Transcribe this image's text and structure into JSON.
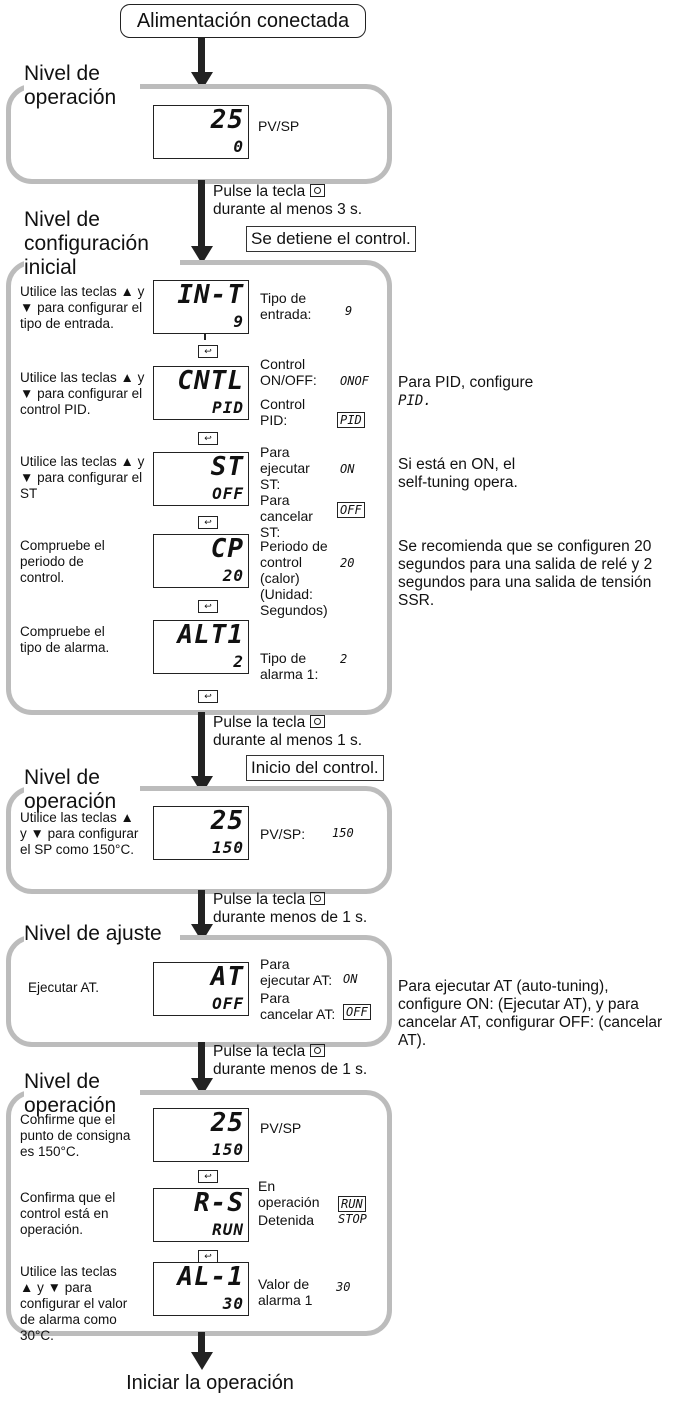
{
  "start": "Alimentación conectada",
  "end": "Iniciar la operación",
  "levels": {
    "op1": "Nivel de operación",
    "init": "Nivel de configuración inicial",
    "op2": "Nivel de operación",
    "adj": "Nivel de ajuste",
    "op3": "Nivel de operación"
  },
  "transitions": {
    "t1a": "Pulse la tecla",
    "t1b": "durante al menos 3 s.",
    "t1box": "Se detiene el control.",
    "t2a": "Pulse la tecla",
    "t2b": "durante al menos 1 s.",
    "t2box": "Inicio del control.",
    "t3a": "Pulse la tecla",
    "t3b": "durante menos de 1 s.",
    "t4a": "Pulse la tecla",
    "t4b": "durante menos de 1 s."
  },
  "op1": {
    "disp_top": "25",
    "disp_bot": "0",
    "label": "PV/SP"
  },
  "init": {
    "step1": {
      "desc": "Utilice las teclas ▲ y ▼ para configurar el tipo de entrada.",
      "top": "IN-T",
      "bot": "9",
      "label": "Tipo de entrada:",
      "val": "9"
    },
    "step2": {
      "desc": "Utilice las teclas ▲ y ▼ para configurar el control PID.",
      "top": "CNTL",
      "bot": "PID",
      "label1": "Control ON/OFF:",
      "val1": "ONOF",
      "label2": "Control PID:",
      "val2": "PID",
      "note1": "Para PID, configure",
      "note2": "PID."
    },
    "step3": {
      "desc": "Utilice las teclas ▲ y ▼ para configurar el ST",
      "top": "ST",
      "bot": "OFF",
      "label1": "Para ejecutar ST:",
      "val1": "ON",
      "label2": "Para cancelar ST:",
      "val2": "OFF",
      "note": "Si está en ON, el self-tuning opera."
    },
    "step4": {
      "desc": "Compruebe el periodo de control.",
      "top": "CP",
      "bot": "20",
      "label": "Periodo de control (calor) (Unidad: Segundos)",
      "val": "20",
      "note": "Se recomienda que se configuren 20 segundos para una salida de relé y 2 segundos para una salida de tensión SSR."
    },
    "step5": {
      "desc": "Compruebe el tipo de alarma.",
      "top": "ALT1",
      "bot": "2",
      "label": "Tipo de alarma 1:",
      "val": "2"
    }
  },
  "op2": {
    "desc": "Utilice las teclas ▲ y ▼ para configurar el SP como 150°C.",
    "top": "25",
    "bot": "150",
    "label": "PV/SP:",
    "val": "150"
  },
  "adj": {
    "desc": "Ejecutar AT.",
    "top": "AT",
    "bot": "OFF",
    "label1": "Para ejecutar AT:",
    "val1": "ON",
    "label2": "Para cancelar AT:",
    "val2": "OFF",
    "note": "Para ejecutar AT (auto-tuning), configure ON: (Ejecutar AT), y para cancelar AT, configurar OFF: (cancelar AT)."
  },
  "op3": {
    "step1": {
      "desc": "Confirme que el punto de consigna es 150°C.",
      "top": "25",
      "bot": "150",
      "label": "PV/SP"
    },
    "step2": {
      "desc": "Confirma que el control está en operación.",
      "top": "R-S",
      "bot": "RUN",
      "label1": "En operación",
      "label2": "Detenida",
      "val1": "RUN",
      "val2": "STOP"
    },
    "step3": {
      "desc": "Utilice las teclas ▲ y ▼ para configurar el valor de alarma como 30°C.",
      "top": "AL-1",
      "bot": "30",
      "label": "Valor de alarma 1",
      "val": "30"
    }
  }
}
